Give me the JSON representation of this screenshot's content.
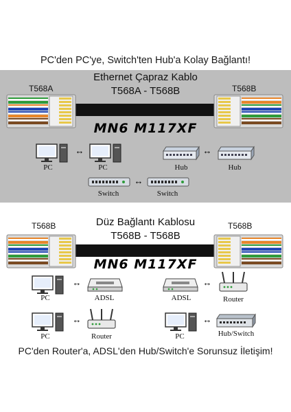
{
  "top_headline": "PC'den PC'ye, Switch'ten Hub'a Kolay Bağlantı!",
  "bottom_headline": "PC'den Router'a, ADSL'den Hub/Switch'e Sorunsuz İletişim!",
  "crossover": {
    "title_line1": "Ethernet Çapraz Kablo",
    "title_line2": "T568A - T568B",
    "left_standard": "T568A",
    "right_standard": "T568B",
    "brand": "MN6 M117XF",
    "devices": {
      "pc1": "PC",
      "pc2": "PC",
      "hub1": "Hub",
      "hub2": "Hub",
      "switch1": "Switch",
      "switch2": "Switch"
    }
  },
  "straight": {
    "title_line1": "Düz Bağlantı Kablosu",
    "title_line2": "T568B - T568B",
    "left_standard": "T568B",
    "right_standard": "T568B",
    "brand": "MN6 M117XF",
    "devices": {
      "pc1": "PC",
      "adsl1": "ADSL",
      "adsl2": "ADSL",
      "router1": "Router",
      "pc2": "PC",
      "router2": "Router",
      "pc3": "PC",
      "hubswitch": "Hub/Switch"
    }
  },
  "colors": {
    "top_panel_bg": "#bdbdbd",
    "cable": "#111111",
    "connector_shell": "#d9d9d9",
    "contacts": "#e8c84a"
  },
  "icons": {
    "arrow": "↔"
  }
}
